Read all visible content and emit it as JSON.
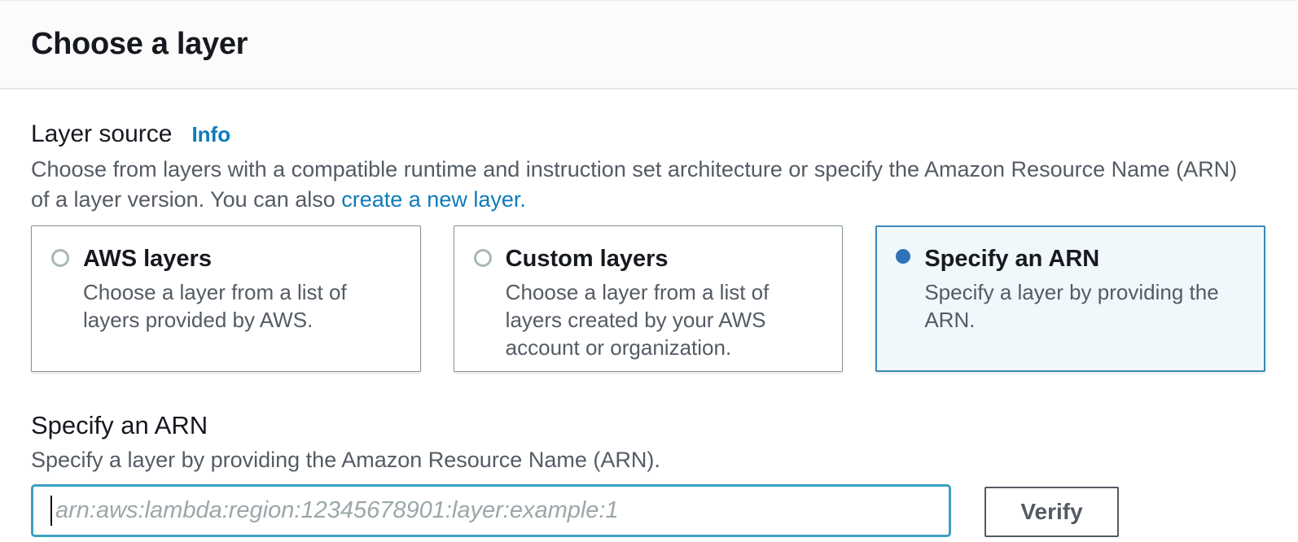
{
  "header": {
    "title": "Choose a layer"
  },
  "layer_source": {
    "label": "Layer source",
    "info_link": "Info",
    "description_before_link": "Choose from layers with a compatible runtime and instruction set architecture or specify the Amazon Resource Name (ARN) of a layer version. You can also ",
    "create_layer_link": "create a new layer.",
    "options": [
      {
        "title": "AWS layers",
        "description": "Choose a layer from a list of layers provided by AWS.",
        "selected": false
      },
      {
        "title": "Custom layers",
        "description": "Choose a layer from a list of layers created by your AWS account or organization.",
        "selected": false
      },
      {
        "title": "Specify an ARN",
        "description": "Specify a layer by providing the ARN.",
        "selected": true
      }
    ]
  },
  "specify_arn": {
    "heading": "Specify an ARN",
    "description": "Specify a layer by providing the Amazon Resource Name (ARN).",
    "input_value": "",
    "input_placeholder": "arn:aws:lambda:region:12345678901:layer:example:1",
    "verify_label": "Verify"
  },
  "colors": {
    "link_blue": "#0c7cba",
    "selected_card_border": "#3d8ab8",
    "selected_card_background": "#f1f8fc",
    "radio_checked": "#2e73b8",
    "input_focus_border": "#3aa0c2",
    "text_primary": "#16191f",
    "text_secondary": "#545b64",
    "button_border": "#545b64"
  }
}
